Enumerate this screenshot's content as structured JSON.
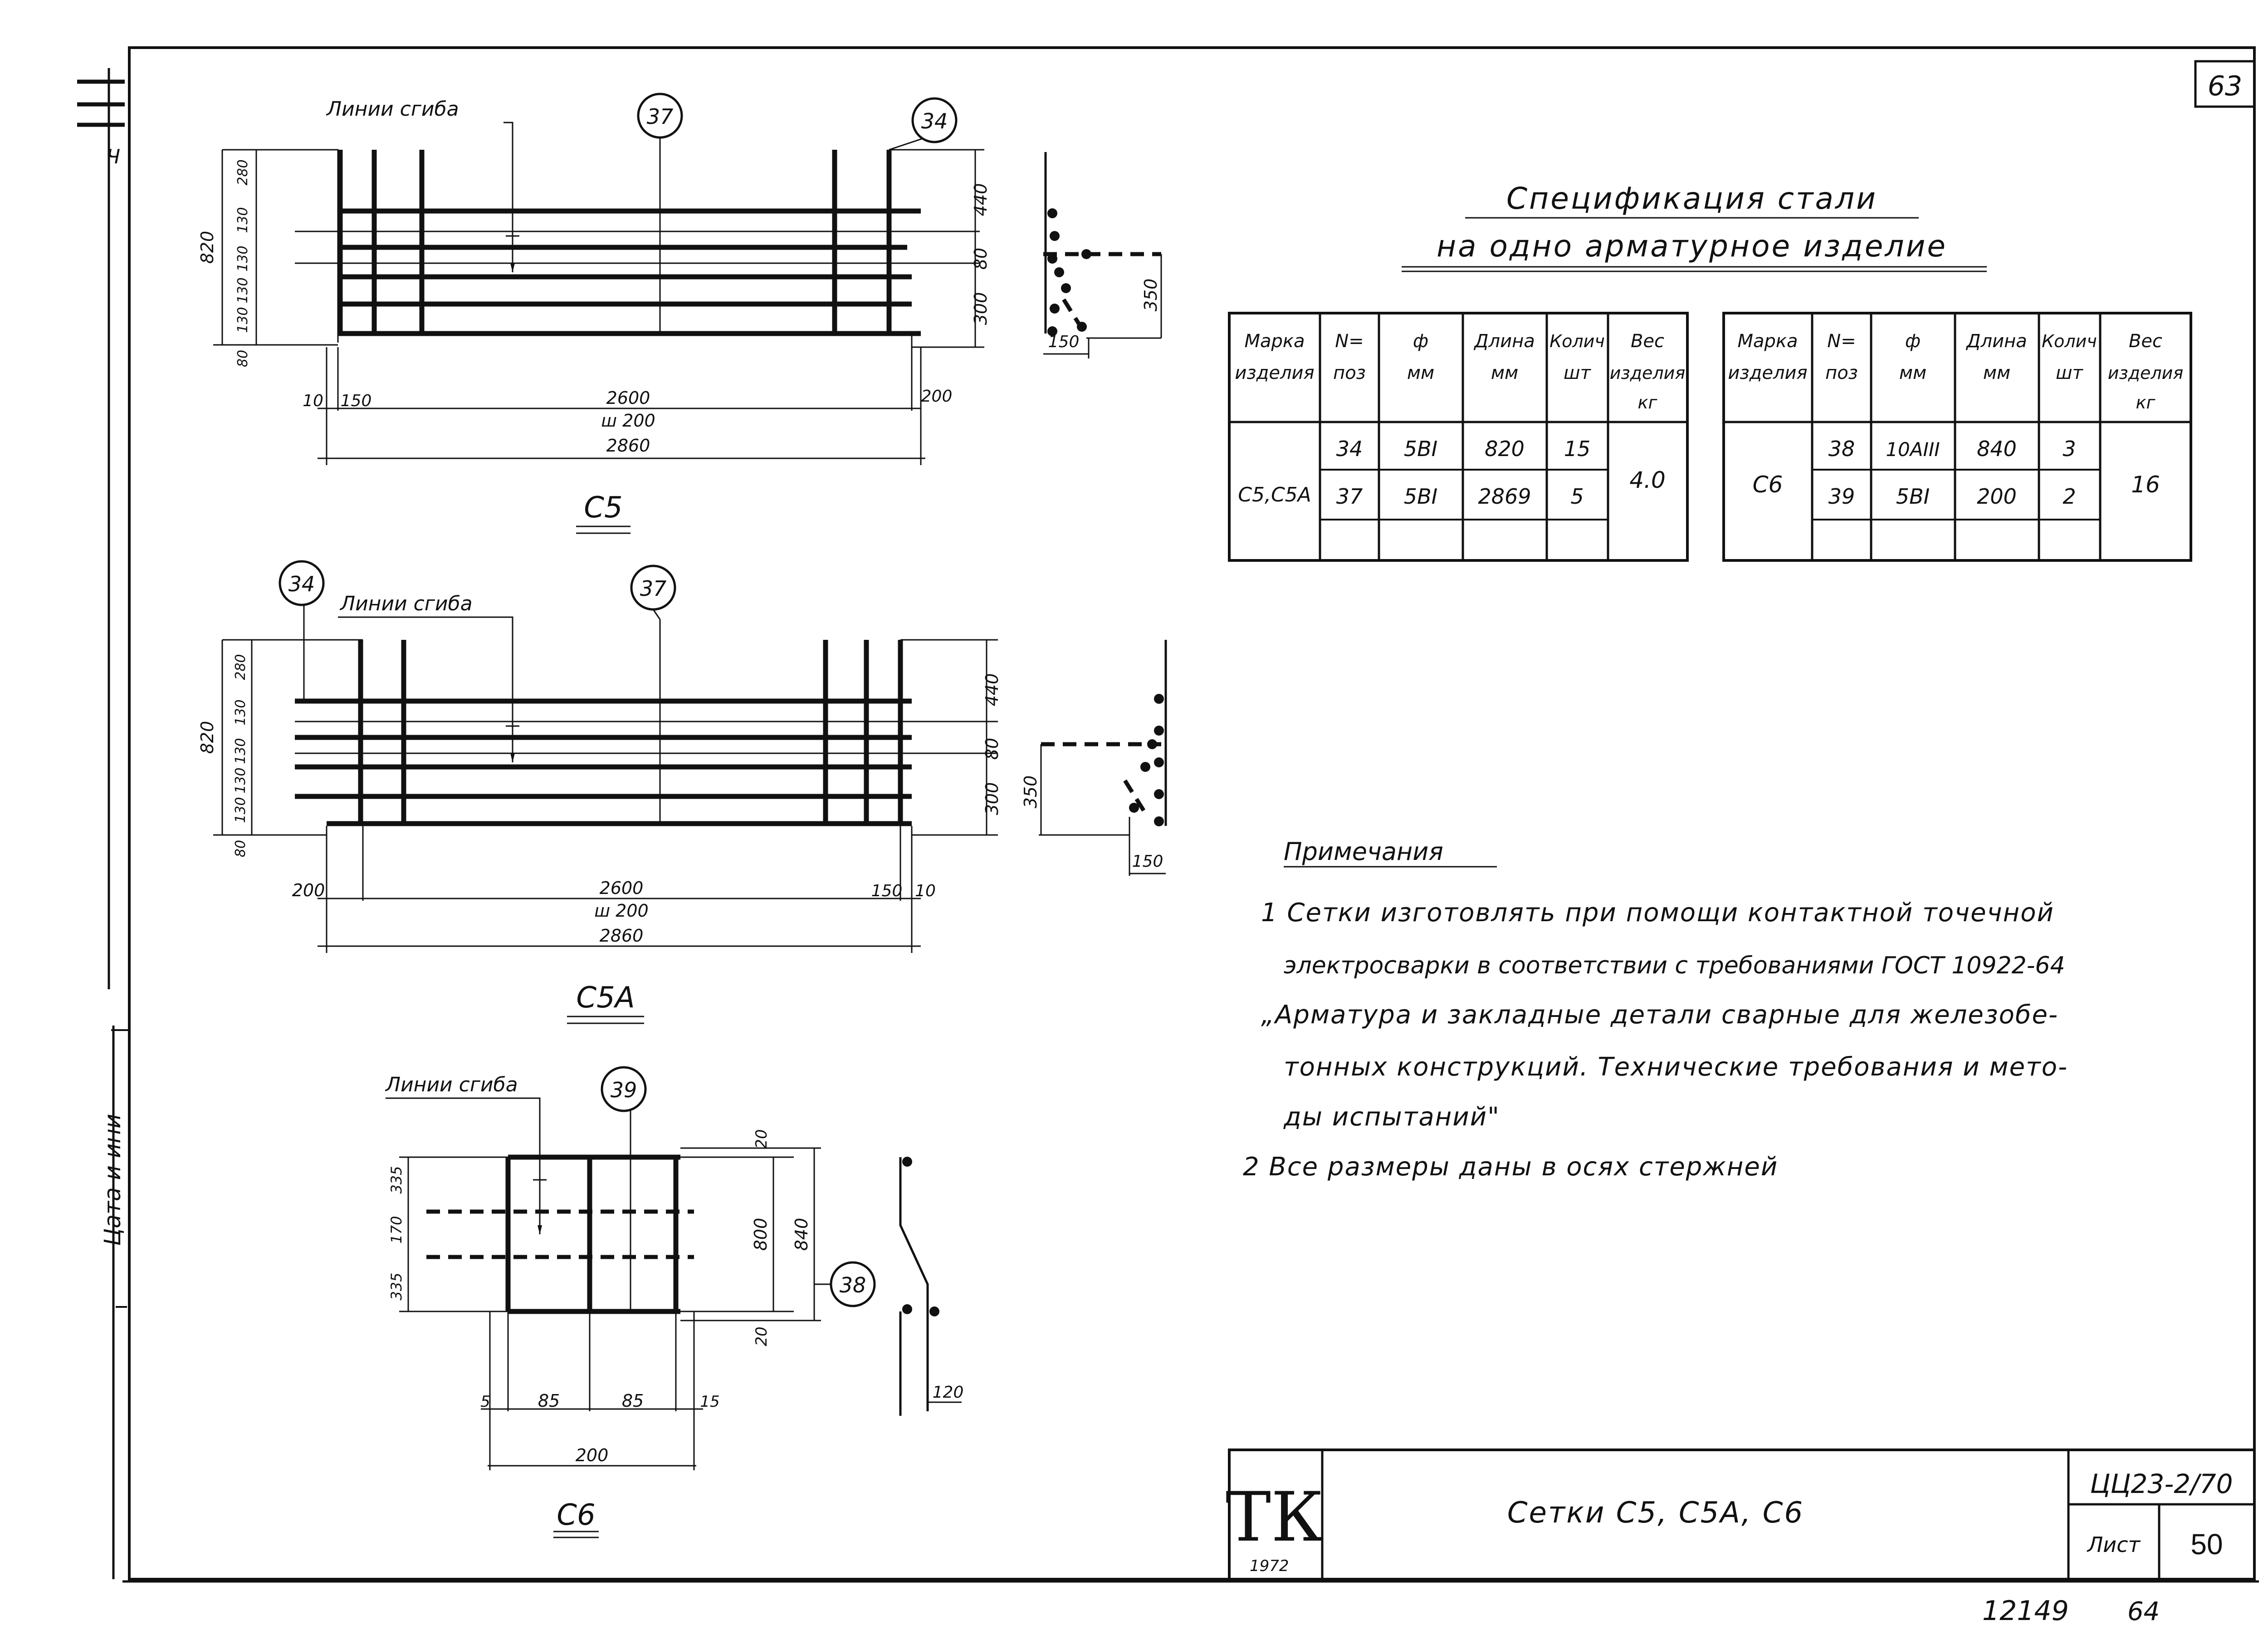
{
  "sheet_corner_number": "63",
  "left_margin_label": "Цата и ини",
  "left_margin_mark": "Ч",
  "c5": {
    "title": "С5",
    "bend_label": "Линии сгиба",
    "pos_a": "37",
    "pos_b": "34",
    "left_dims": [
      "820",
      "280",
      "130",
      "130",
      "130",
      "130",
      "80"
    ],
    "right_dims": [
      "440",
      "80",
      "300"
    ],
    "bottom_dims": [
      "10",
      "150",
      "2600",
      "ш 200",
      "200",
      "2860"
    ],
    "section_dims": [
      "350",
      "150"
    ]
  },
  "c5a": {
    "title": "С5А",
    "bend_label": "Линии сгиба",
    "pos_a": "34",
    "pos_b": "37",
    "left_dims": [
      "820",
      "280",
      "130",
      "130",
      "130",
      "130",
      "80"
    ],
    "right_dims": [
      "440",
      "80",
      "300"
    ],
    "bottom_dims": [
      "200",
      "2600",
      "ш 200",
      "150",
      "10",
      "2860"
    ],
    "section_dims": [
      "350",
      "150"
    ]
  },
  "c6": {
    "title": "С6",
    "bend_label": "Линии сгиба",
    "pos_a": "39",
    "pos_b": "38",
    "left_dims": [
      "335",
      "170",
      "335"
    ],
    "right_dims": [
      "20",
      "800",
      "840",
      "20"
    ],
    "bottom_dims": [
      "5",
      "85",
      "85",
      "15",
      "200"
    ],
    "section_dims": [
      "120"
    ]
  },
  "spec": {
    "title_line1": "Спецификация стали",
    "title_line2": "на одно арматурное изделие",
    "headers": [
      [
        "Марка",
        "изделия"
      ],
      [
        "N=",
        "поз"
      ],
      [
        "ф",
        "мм"
      ],
      [
        "Длина",
        "мм"
      ],
      [
        "Колич",
        "шт"
      ],
      [
        "Вес",
        "изделия",
        "кг"
      ]
    ],
    "table1": {
      "mark": "С5,С5А",
      "rows": [
        [
          "34",
          "5ВI",
          "820",
          "15"
        ],
        [
          "37",
          "5ВI",
          "2869",
          "5"
        ]
      ],
      "weight": "4.0"
    },
    "table2": {
      "mark": "С6",
      "rows": [
        [
          "38",
          "10АIII",
          "840",
          "3"
        ],
        [
          "39",
          "5ВI",
          "200",
          "2"
        ]
      ],
      "weight": "16"
    }
  },
  "notes": {
    "title": "Примечания",
    "lines": [
      "1 Сетки изготовлять при помощи контактной точечной",
      "электросварки в соответствии с требованиями ГОСТ 10922-64",
      "„Арматура и закладные детали сварные для железобе-",
      "тонных конструкций. Технические требования и мето-",
      "ды испытаний\"",
      "2 Все размеры даны в осях стержней"
    ]
  },
  "title_block": {
    "logo": "ТК",
    "logo_year": "1972",
    "name": "Сетки С5, С5А, С6",
    "code": "ЦЦ23-2/70",
    "sheet_label": "Лист",
    "sheet_number": "50"
  },
  "footer": {
    "left": "12149",
    "right": "64"
  }
}
